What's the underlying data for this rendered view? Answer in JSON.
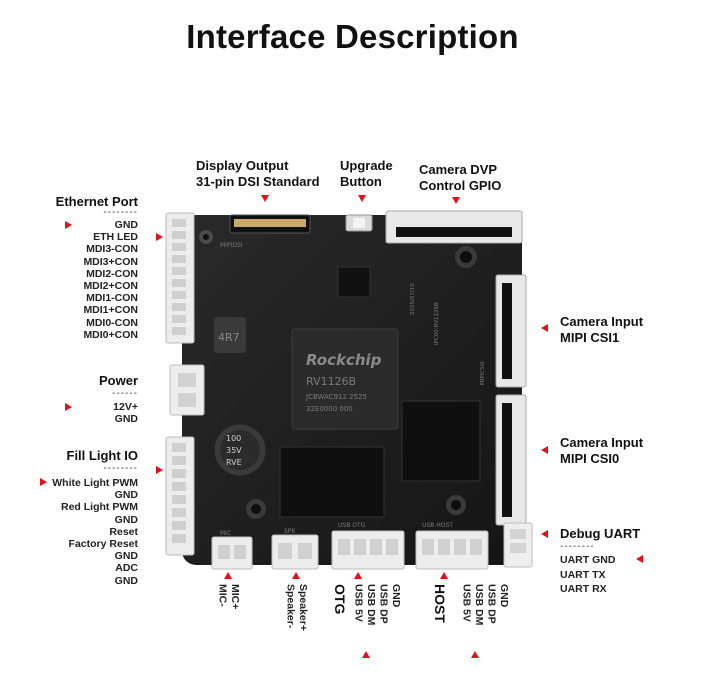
{
  "title": "Interface Description",
  "top_labels": {
    "display": [
      "Display Output",
      "31-pin DSI Standard"
    ],
    "upgrade": [
      "Upgrade",
      "Button"
    ],
    "camera_dvp": [
      "Camera DVP",
      "Control GPIO"
    ]
  },
  "ethernet": {
    "title": "Ethernet Port",
    "pins": [
      "GND",
      "ETH LED",
      "MDI3-CON",
      "MDI3+CON",
      "MDI2-CON",
      "MDI2+CON",
      "MDI1-CON",
      "MDI1+CON",
      "MDI0-CON",
      "MDI0+CON"
    ]
  },
  "power": {
    "title": "Power",
    "pins": [
      "12V+",
      "GND"
    ]
  },
  "fill_light": {
    "title": "Fill Light IO",
    "pins": [
      "White Light PWM",
      "GND",
      "Red Light PWM",
      "GND",
      "Reset",
      "Factory Reset",
      "GND",
      "ADC",
      "GND"
    ]
  },
  "right_labels": {
    "csi1": [
      "Camera Input",
      "MIPI CSI1"
    ],
    "csi0": [
      "Camera Input",
      "MIPI CSI0"
    ],
    "debug": {
      "title": "Debug UART",
      "pins": [
        "UART GND",
        "UART TX",
        "UART RX"
      ]
    }
  },
  "bottom": {
    "mic": [
      "MIC-",
      "MIC+"
    ],
    "speaker": [
      "Speaker-",
      "Speaker+"
    ],
    "otg": {
      "title": "OTG",
      "pins": [
        "USB 5V",
        "USB DM",
        "USB DP",
        "GND"
      ]
    },
    "host": {
      "title": "HOST",
      "pins": [
        "USB 5V",
        "USB DM",
        "USB DP",
        "GND"
      ]
    }
  },
  "board_silkscreen": {
    "brand": "Rockchip",
    "model": "RV1126B",
    "line1": "JCBWAC912 2525",
    "line2": "32E0000 000",
    "inductor": "4R7",
    "cap": [
      "100",
      "35V",
      "RVE"
    ],
    "label_dsi": "MIPIDSI",
    "label_mic": "MIC",
    "label_spk": "SPK",
    "label_usb_otg": "USB OTG",
    "label_usb_host": "USB HOST",
    "label_csi": "MIPICSI0",
    "label_date": "2025/07/10",
    "label_pcb": "IPC00-RV1126B"
  },
  "colors": {
    "accent": "#e0131a",
    "board": "#1c1c1c",
    "connector": "#eeeeee"
  }
}
